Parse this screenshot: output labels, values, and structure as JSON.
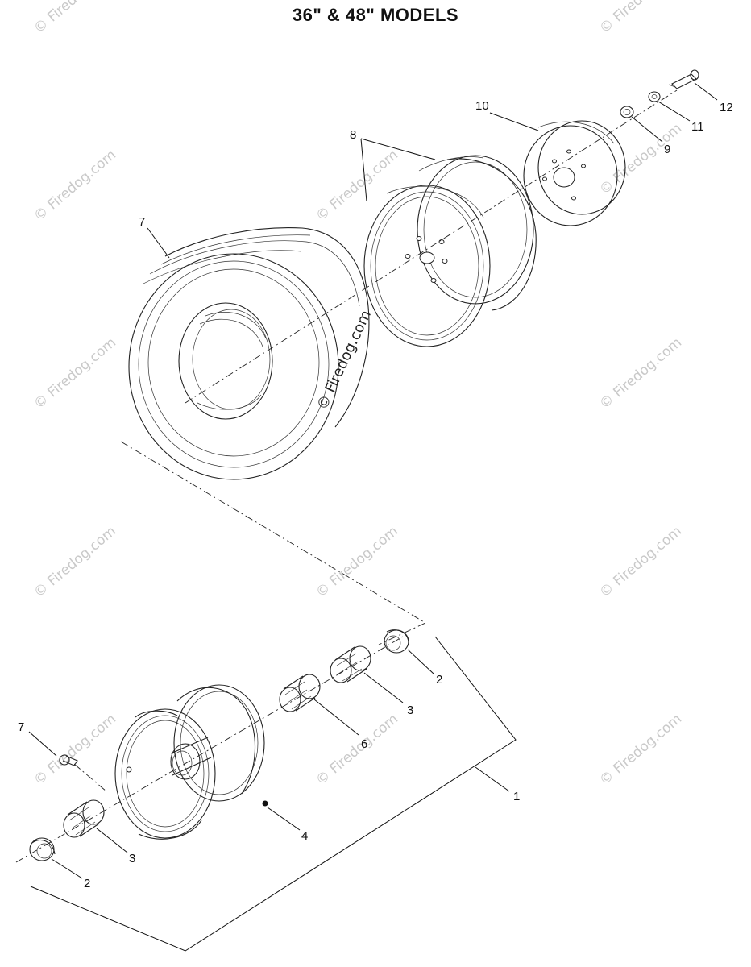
{
  "title": "36\" & 48\" MODELS",
  "watermark": "© Firedog.com",
  "callouts": [
    {
      "id": "7a",
      "label": "7"
    },
    {
      "id": "8",
      "label": "8"
    },
    {
      "id": "10",
      "label": "10"
    },
    {
      "id": "9",
      "label": "9"
    },
    {
      "id": "11",
      "label": "11"
    },
    {
      "id": "12",
      "label": "12"
    },
    {
      "id": "2a",
      "label": "2"
    },
    {
      "id": "3a",
      "label": "3"
    },
    {
      "id": "6",
      "label": "6"
    },
    {
      "id": "1",
      "label": "1"
    },
    {
      "id": "7b",
      "label": "7"
    },
    {
      "id": "4",
      "label": "4"
    },
    {
      "id": "3b",
      "label": "3"
    },
    {
      "id": "2b",
      "label": "2"
    }
  ]
}
